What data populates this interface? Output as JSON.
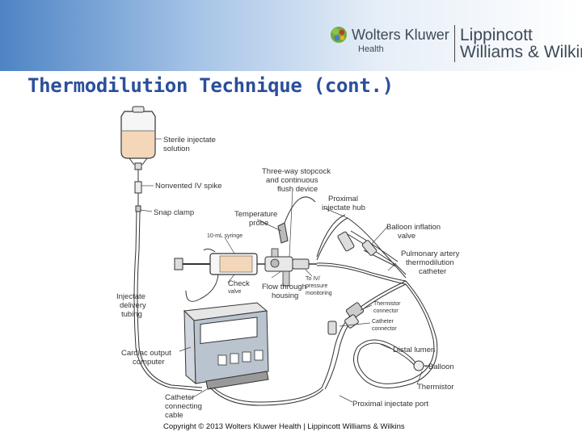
{
  "title": "Thermodilution Technique (cont.)",
  "header": {
    "wk_name": "Wolters Kluwer",
    "wk_sub": "Health",
    "lww_line1": "Lippincott",
    "lww_line2": "Williams & Wilkins"
  },
  "labels": {
    "sterile_1": "Sterile injectate",
    "sterile_2": "solution",
    "nonvented": "Nonvented IV spike",
    "snap": "Snap clamp",
    "stopcock_1": "Three-way stopcock",
    "stopcock_2": "and continuous",
    "stopcock_3": "flush device",
    "temp_1": "Temperature",
    "temp_2": "probe",
    "prox_hub_1": "Proximal",
    "prox_hub_2": "injectate hub",
    "balloon_valve_1": "Balloon inflation",
    "balloon_valve_2": "valve",
    "syringe": "10-mL syringe",
    "pa_1": "Pulmonary artery",
    "pa_2": "thermodilution",
    "pa_3": "catheter",
    "check_1": "Check",
    "check_2": "valve",
    "flow_1": "Flow through",
    "flow_2": "housing",
    "iv_1": "To IV/",
    "iv_2": "pressure",
    "iv_3": "monitoring",
    "injectate_1": "Injectate",
    "injectate_2": "delivery",
    "injectate_3": "tubing",
    "therm_conn_1": "Thermistor",
    "therm_conn_2": "connector",
    "cath_conn_1": "Catheter",
    "cath_conn_2": "connector",
    "cardiac_1": "Cardiac output",
    "cardiac_2": "computer",
    "distal": "Distal lumen",
    "balloon": "Balloon",
    "thermistor": "Thermistor",
    "cath_cable_1": "Catheter",
    "cath_cable_2": "connecting",
    "cath_cable_3": "cable",
    "prox_port": "Proximal injectate port"
  },
  "copyright": "Copyright © 2013 Wolters Kluwer Health | Lippincott Williams & Wilkins",
  "colors": {
    "title": "#2a4f9c",
    "band_start": "#4e84c4",
    "globe_green": "#6fae3a",
    "globe_red": "#c0392b"
  }
}
